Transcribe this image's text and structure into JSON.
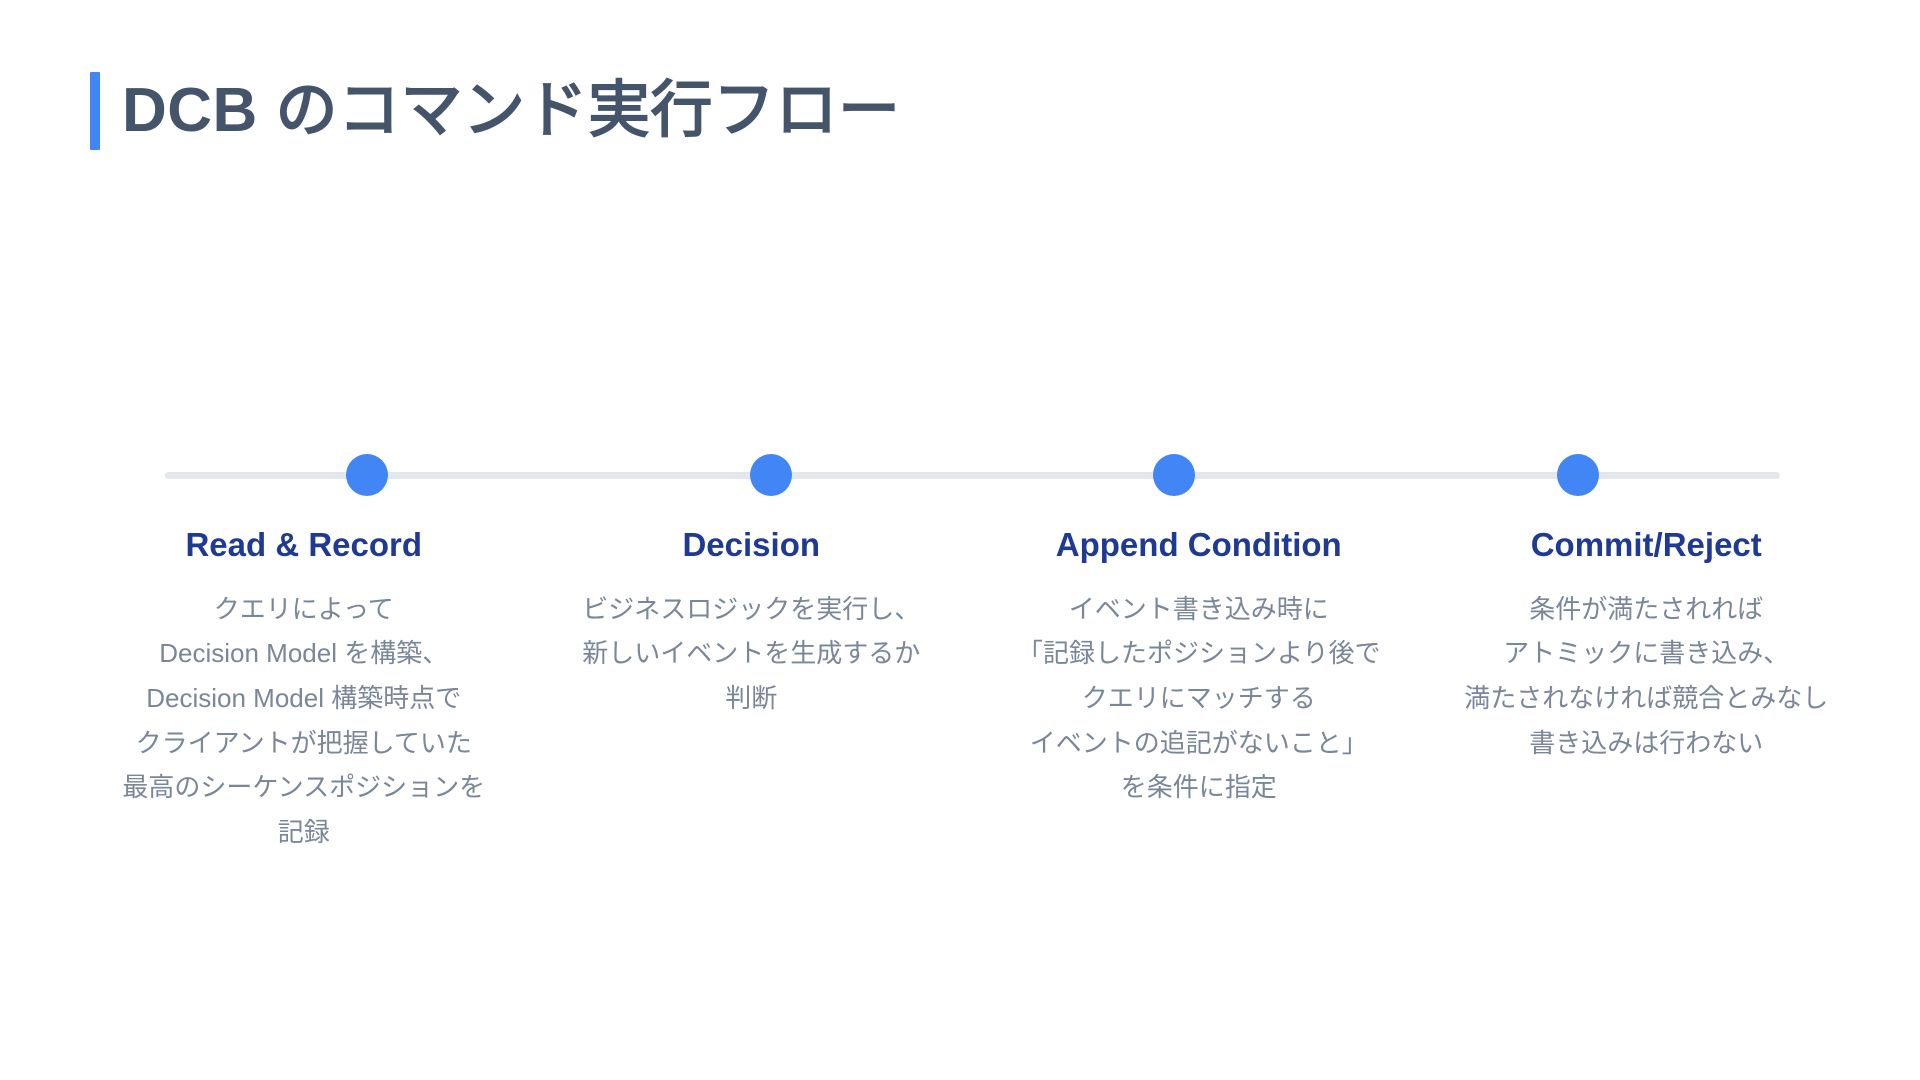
{
  "slide": {
    "title": "DCB のコマンド実行フロー",
    "accent_color": "#4285f4",
    "title_color": "#44546a",
    "step_title_color": "#1f3a93",
    "step_desc_color": "#7a8699",
    "timeline_line_color": "#e4e7ec",
    "background_color": "#ffffff"
  },
  "timeline": {
    "dot_count": 4,
    "dot_color": "#4285f4"
  },
  "steps": [
    {
      "title": "Read & Record",
      "description": "クエリによって\nDecision Model を構築、\nDecision Model 構築時点で\nクライアントが把握していた\n最高のシーケンスポジションを\n記録"
    },
    {
      "title": "Decision",
      "description": "ビジネスロジックを実行し、\n新しいイベントを生成するか\n判断"
    },
    {
      "title": "Append Condition",
      "description": "イベント書き込み時に\n「記録したポジションより後で\nクエリにマッチする\nイベントの追記がないこと」\nを条件に指定"
    },
    {
      "title": "Commit/Reject",
      "description": "条件が満たされれば\nアトミックに書き込み、\n満たされなければ競合とみなし\n書き込みは行わない"
    }
  ]
}
